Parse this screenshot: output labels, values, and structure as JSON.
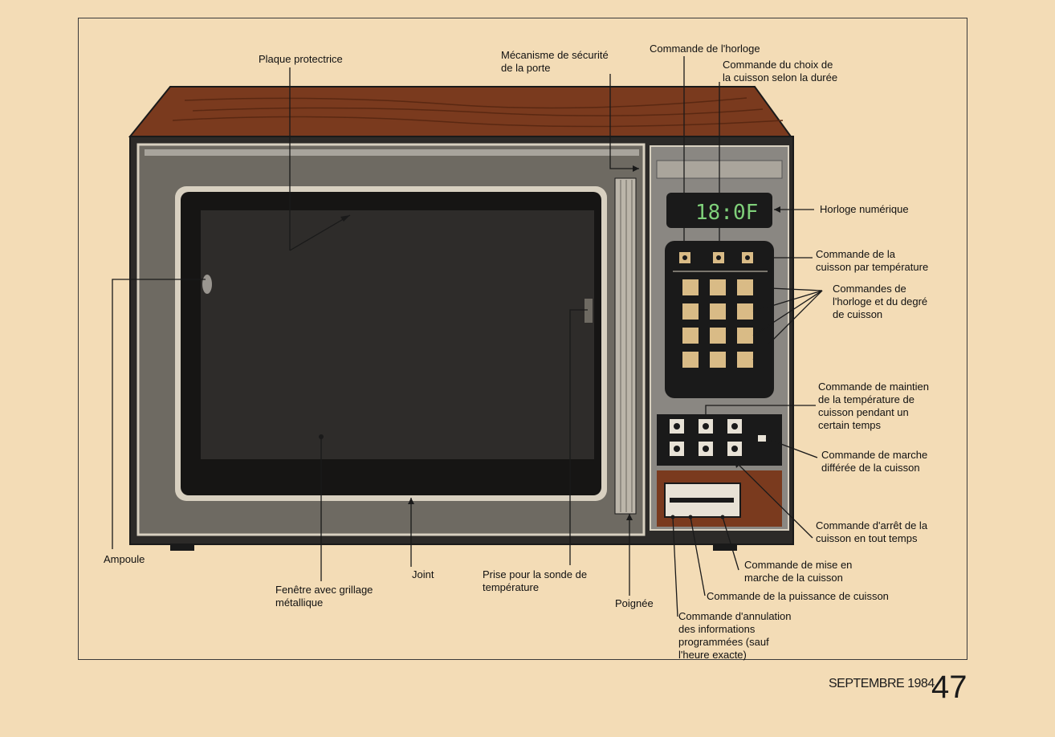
{
  "labels": {
    "plaque_protectrice": "Plaque protectrice",
    "mecanisme_l1": "Mécanisme de sécurité",
    "mecanisme_l2": "de la porte",
    "commande_horloge": "Commande de l'horloge",
    "choix_duree_l1": "Commande du choix de",
    "choix_duree_l2": "la cuisson selon la durée",
    "horloge_numerique": "Horloge numérique",
    "temperature_l1": "Commande de la",
    "temperature_l2": "cuisson par température",
    "degre_l1": "Commandes de",
    "degre_l2": "l'horloge et du degré",
    "degre_l3": "de cuisson",
    "maintien_l1": "Commande de maintien",
    "maintien_l2": "de la température de",
    "maintien_l3": "cuisson pendant un",
    "maintien_l4": "certain temps",
    "differee_l1": "Commande de marche",
    "differee_l2": "différée de la cuisson",
    "arret_l1": "Commande d'arrêt de la",
    "arret_l2": "cuisson en tout temps",
    "mise_en_marche_l1": "Commande de mise en",
    "mise_en_marche_l2": "marche de la cuisson",
    "puissance": "Commande de la puissance de cuisson",
    "annulation_l1": "Commande d'annulation",
    "annulation_l2": "des informations",
    "annulation_l3": "programmées (sauf",
    "annulation_l4": "l'heure exacte)",
    "ampoule": "Ampoule",
    "joint": "Joint",
    "fenetre_l1": "Fenêtre avec grillage",
    "fenetre_l2": "métallique",
    "sonde_l1": "Prise pour la sonde de",
    "sonde_l2": "température",
    "poignee": "Poignée"
  },
  "clock_display": "18:0F",
  "footer": {
    "month": "SEPTEMBRE 1984",
    "page": "47"
  },
  "colors": {
    "background": "#f3dcb6",
    "wood": "#7a3a1e",
    "body": "#6e6a62",
    "window": "#2a2826",
    "panel": "#8a8782",
    "keypad_bg": "#1a1a1a",
    "keys": "#d9bb86",
    "display_text": "#7fd07a"
  }
}
